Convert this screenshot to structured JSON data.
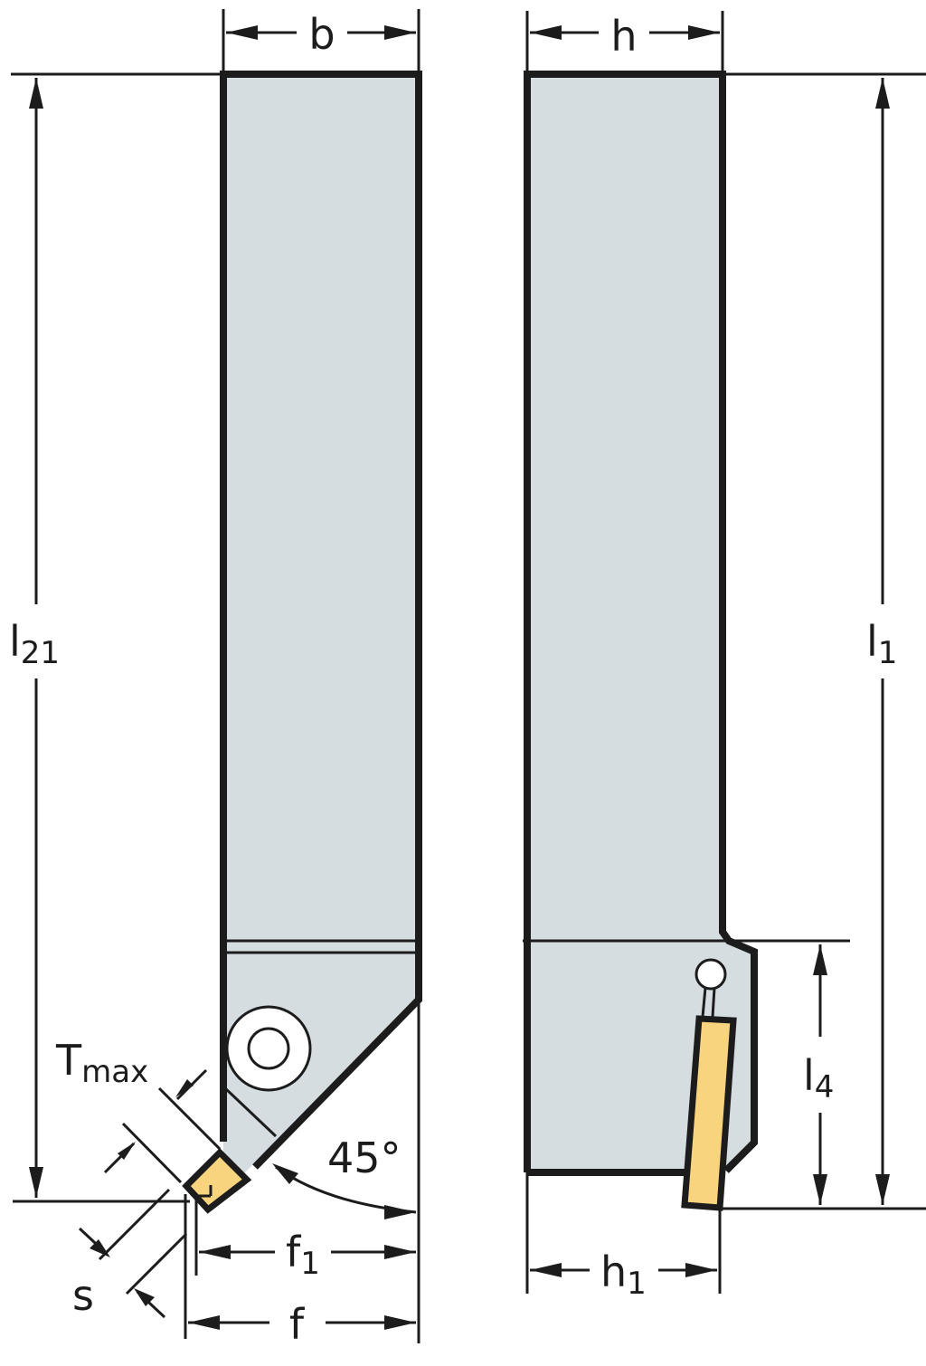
{
  "diagram": {
    "title": "Cutting tool holder dimension drawing",
    "views": {
      "front": "Top view of tool holder with 45° insert",
      "side": "Side view of tool holder with clamped insert"
    },
    "colors": {
      "body": "#d5dde0",
      "insert": "#f9d47e",
      "line": "#1c1c1c",
      "background": "#ffffff"
    },
    "labels": {
      "b": "b",
      "h": "h",
      "l21_main": "l",
      "l21_sub": "21",
      "l1_main": "l",
      "l1_sub": "1",
      "l4_main": "l",
      "l4_sub": "4",
      "tmax_main": "T",
      "tmax_sub": "max",
      "angle": "45°",
      "s": "s",
      "f1_main": "f",
      "f1_sub": "1",
      "f": "f",
      "h1_main": "h",
      "h1_sub": "1"
    }
  }
}
